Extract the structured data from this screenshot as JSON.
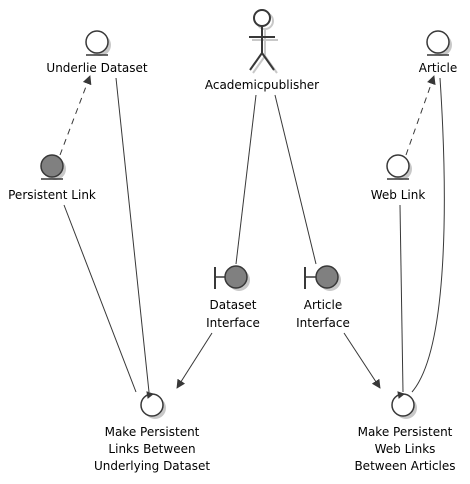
{
  "diagram": {
    "colors": {
      "line": "#383838",
      "entity_fill": "#ffffff",
      "entity_fill_alt": "#808080",
      "shadow": "#c8c8c8",
      "text": "#000000"
    },
    "actor": {
      "label": "Academicpublisher"
    },
    "entities": {
      "underlie_dataset": {
        "label": "Underlie Dataset"
      },
      "article": {
        "label": "Article"
      },
      "persistent_link": {
        "label": "Persistent Link"
      },
      "web_link": {
        "label": "Web Link"
      }
    },
    "boundaries": {
      "dataset_interface": {
        "label_lines": [
          "Dataset",
          "Interface"
        ]
      },
      "article_interface": {
        "label_lines": [
          "Article",
          "Interface"
        ]
      }
    },
    "controls": {
      "make_persistent_links": {
        "label_lines": [
          "Make Persistent",
          "Links Between",
          "Underlying Dataset"
        ]
      },
      "make_persistent_web_links": {
        "label_lines": [
          "Make Persistent",
          "Web Links",
          "Between Articles"
        ]
      }
    }
  }
}
